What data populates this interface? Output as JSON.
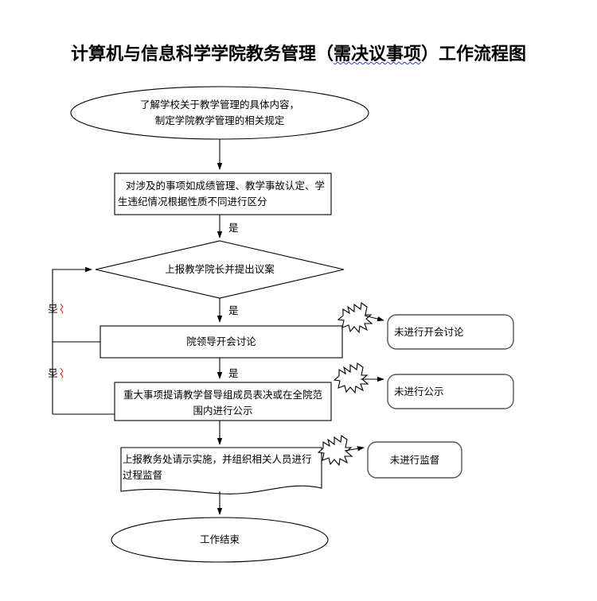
{
  "title": {
    "before": "计算机与信息科学学院教务管理（",
    "wavy": "需决议事项",
    "after": "）工作流程图"
  },
  "chart_data": {
    "type": "flowchart",
    "title": "计算机与信息科学学院教务管理（需决议事项）工作流程图",
    "nodes": [
      {
        "id": "start",
        "shape": "ellipse",
        "text": "了解学校关于教学管理的具体内容，\n制定学院教学管理的相关规定"
      },
      {
        "id": "classify",
        "shape": "rectangle",
        "text": "对涉及的事项如成绩管理、教学事故认定、学\n生违纪情况根据性质不同进行区分"
      },
      {
        "id": "decision",
        "shape": "diamond",
        "text": "上报教学院长并提出议案"
      },
      {
        "id": "meeting",
        "shape": "rectangle",
        "text": "院领导开会讨论"
      },
      {
        "id": "vote",
        "shape": "rectangle",
        "text": "重大事项提请教学督导组成员表决或在全院范\n围内进行公示"
      },
      {
        "id": "report",
        "shape": "document",
        "text": "上报教务处请示实施，并组织相关人员进行\n过程监督"
      },
      {
        "id": "end",
        "shape": "ellipse",
        "text": "工作结束"
      },
      {
        "id": "no-meeting",
        "shape": "rounded-rectangle",
        "text": "未进行开会讨论"
      },
      {
        "id": "no-publicity",
        "shape": "rounded-rectangle",
        "text": "未进行公示"
      },
      {
        "id": "no-supervision",
        "shape": "rounded-rectangle",
        "text": "未进行监督"
      }
    ],
    "edges": [
      {
        "from": "start",
        "to": "classify",
        "label": ""
      },
      {
        "from": "classify",
        "to": "decision",
        "label": "是"
      },
      {
        "from": "decision",
        "to": "meeting",
        "label": "是"
      },
      {
        "from": "meeting",
        "to": "vote",
        "label": "是"
      },
      {
        "from": "vote",
        "to": "report",
        "label": ""
      },
      {
        "from": "report",
        "to": "end",
        "label": ""
      },
      {
        "from": "meeting",
        "to": "decision",
        "label": "否"
      },
      {
        "from": "vote",
        "to": "decision",
        "label": "否"
      },
      {
        "from": "meeting",
        "to": "no-meeting",
        "label": ""
      },
      {
        "from": "vote",
        "to": "no-publicity",
        "label": ""
      },
      {
        "from": "report",
        "to": "no-supervision",
        "label": ""
      }
    ],
    "labels": {
      "yes1": "是",
      "yes2": "是",
      "yes3": "是",
      "no1": "否",
      "no2": "否"
    }
  },
  "colors": {
    "stroke": "#000000",
    "callout_stroke": "#555555",
    "no_underline": "#d81a1a",
    "title_underline": "#2a3fd0"
  }
}
